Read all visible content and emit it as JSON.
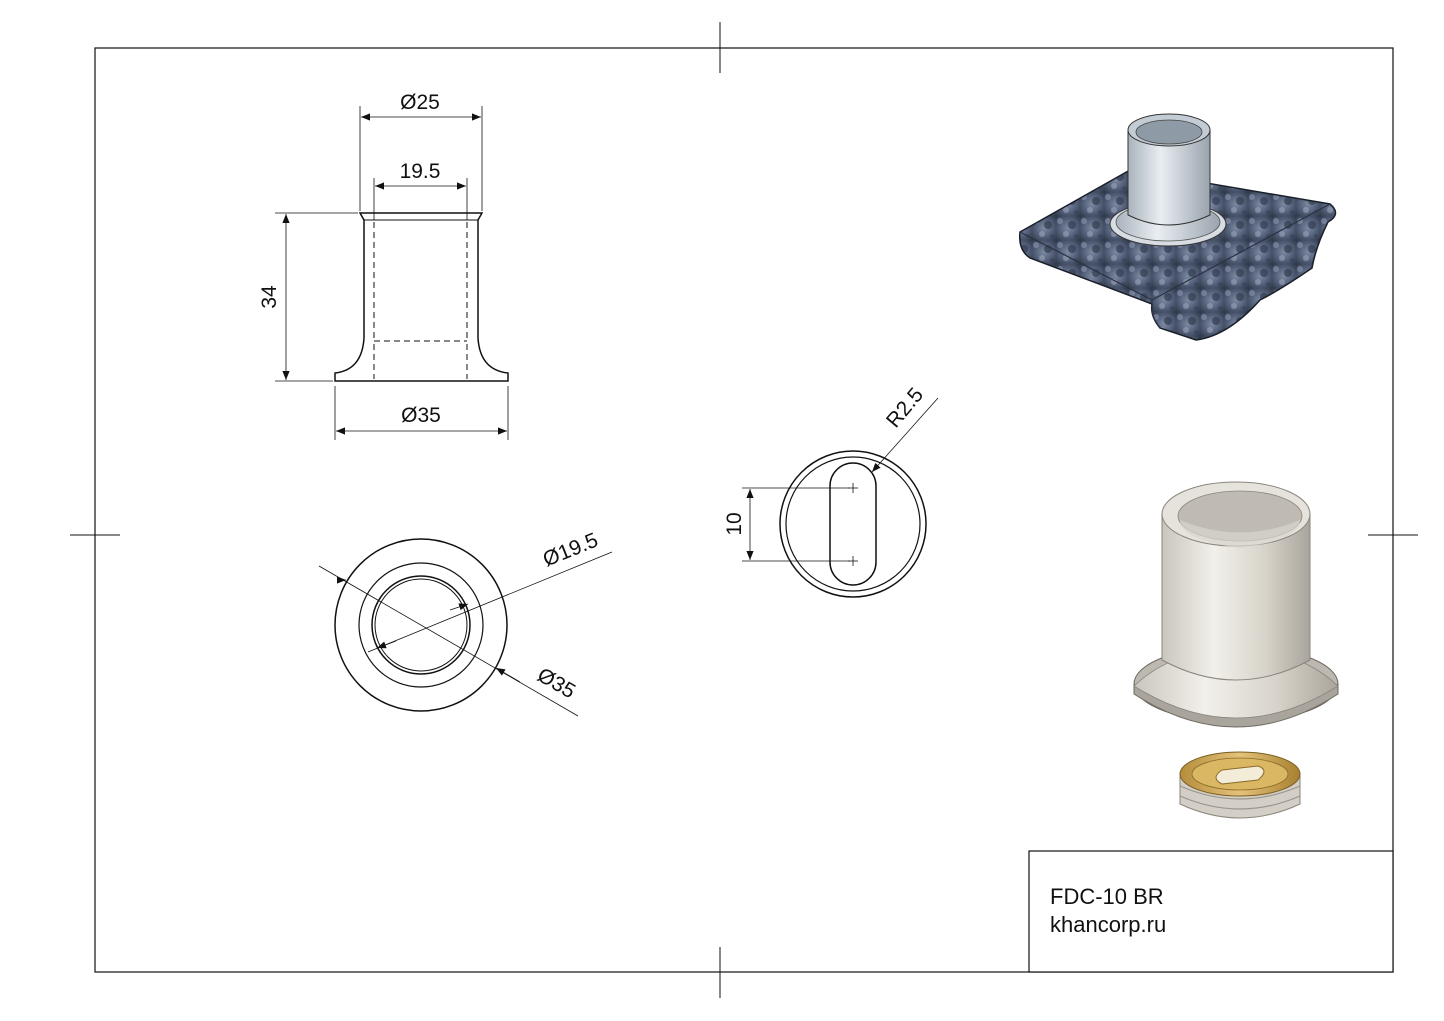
{
  "title_block": {
    "part_number": "FDC-10 BR",
    "website": "khancorp.ru"
  },
  "side_view": {
    "dim_top_diameter": "Ø25",
    "dim_inner_width": "19.5",
    "dim_height": "34",
    "dim_flange_diameter": "Ø35"
  },
  "top_view": {
    "dim_inner_diameter": "Ø19.5",
    "dim_outer_diameter": "Ø35"
  },
  "slot_view": {
    "dim_radius": "R2.5",
    "dim_slot_length": "10"
  },
  "colors": {
    "line": "#111111",
    "steel_light": "#e9e6df",
    "steel_dark": "#a8a49b",
    "brass": "#c9a24b",
    "granite": "#4e5a73"
  }
}
